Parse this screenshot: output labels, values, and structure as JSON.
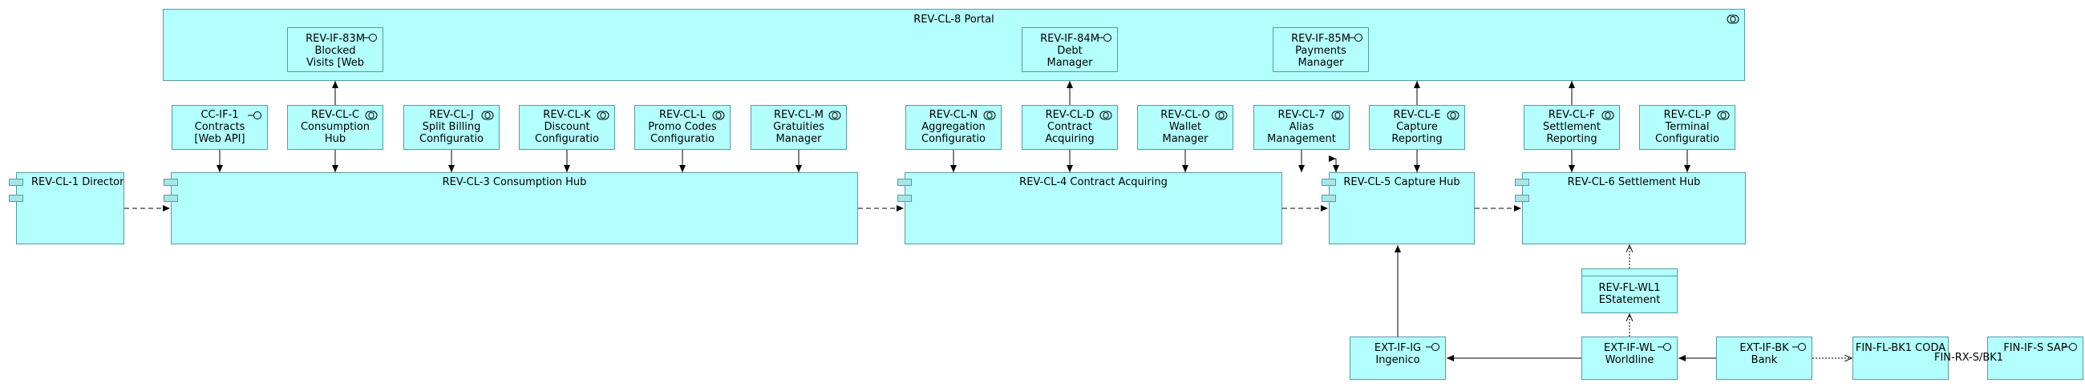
{
  "portal": {
    "name": "REV-CL-8 Portal"
  },
  "portal_interfaces": [
    {
      "id": "if83m",
      "lines": [
        "REV-IF-83M",
        "Blocked",
        "Visits [Web"
      ]
    },
    {
      "id": "if84m",
      "lines": [
        "REV-IF-84M",
        "Debt",
        "Manager"
      ]
    },
    {
      "id": "if85m",
      "lines": [
        "REV-IF-85M",
        "Payments",
        "Manager"
      ]
    }
  ],
  "services": [
    {
      "id": "ccif1",
      "icon": "interface",
      "lines": [
        "CC-IF-1",
        "Contracts",
        "[Web API]"
      ]
    },
    {
      "id": "clc",
      "icon": "service",
      "lines": [
        "REV-CL-C",
        "Consumption",
        "Hub"
      ]
    },
    {
      "id": "clj",
      "icon": "service",
      "lines": [
        "REV-CL-J",
        "Split Billing",
        "Configuratio"
      ]
    },
    {
      "id": "clk",
      "icon": "service",
      "lines": [
        "REV-CL-K",
        "Discount",
        "Configuratio"
      ]
    },
    {
      "id": "cll",
      "icon": "service",
      "lines": [
        "REV-CL-L",
        "Promo Codes",
        "Configuratio"
      ]
    },
    {
      "id": "clm",
      "icon": "service",
      "lines": [
        "REV-CL-M",
        "Gratuities",
        "Manager"
      ]
    },
    {
      "id": "cln",
      "icon": "service",
      "lines": [
        "REV-CL-N",
        "Aggregation",
        "Configuratio"
      ]
    },
    {
      "id": "cld",
      "icon": "service",
      "lines": [
        "REV-CL-D",
        "Contract",
        "Acquiring"
      ]
    },
    {
      "id": "clo",
      "icon": "service",
      "lines": [
        "REV-CL-O",
        "Wallet",
        "Manager"
      ]
    },
    {
      "id": "cl7",
      "icon": "service",
      "lines": [
        "REV-CL-7",
        "Alias",
        "Management"
      ]
    },
    {
      "id": "cle",
      "icon": "service",
      "lines": [
        "REV-CL-E",
        "Capture",
        "Reporting"
      ]
    },
    {
      "id": "clf",
      "icon": "service",
      "lines": [
        "REV-CL-F",
        "Settlement",
        "Reporting"
      ]
    },
    {
      "id": "clp",
      "icon": "service",
      "lines": [
        "REV-CL-P",
        "Terminal",
        "Configuratio"
      ]
    }
  ],
  "components": [
    {
      "id": "cl1",
      "name": "REV-CL-1 Director"
    },
    {
      "id": "cl3",
      "name": "REV-CL-3 Consumption Hub"
    },
    {
      "id": "cl4",
      "name": "REV-CL-4 Contract Acquiring"
    },
    {
      "id": "cl5",
      "name": "REV-CL-5 Capture Hub"
    },
    {
      "id": "cl6",
      "name": "REV-CL-6 Settlement Hub"
    }
  ],
  "bottom": [
    {
      "id": "wl1",
      "icon": "none",
      "lines": [
        "REV-FL-WL1",
        "EStatement"
      ]
    },
    {
      "id": "ig",
      "icon": "interface",
      "lines": [
        "EXT-IF-IG",
        "Ingenico"
      ]
    },
    {
      "id": "wl",
      "icon": "interface",
      "lines": [
        "EXT-IF-WL",
        "Worldline"
      ]
    },
    {
      "id": "bk",
      "icon": "interface",
      "lines": [
        "EXT-IF-BK",
        "Bank"
      ]
    },
    {
      "id": "bk1",
      "icon": "none",
      "lines": [
        "FIN-FL-BK1 CODA"
      ]
    },
    {
      "id": "sap",
      "icon": "interface",
      "lines": [
        "FIN-IF-S SAP"
      ]
    }
  ],
  "floating_labels": {
    "rx": "FIN-RX-S/BK1"
  }
}
